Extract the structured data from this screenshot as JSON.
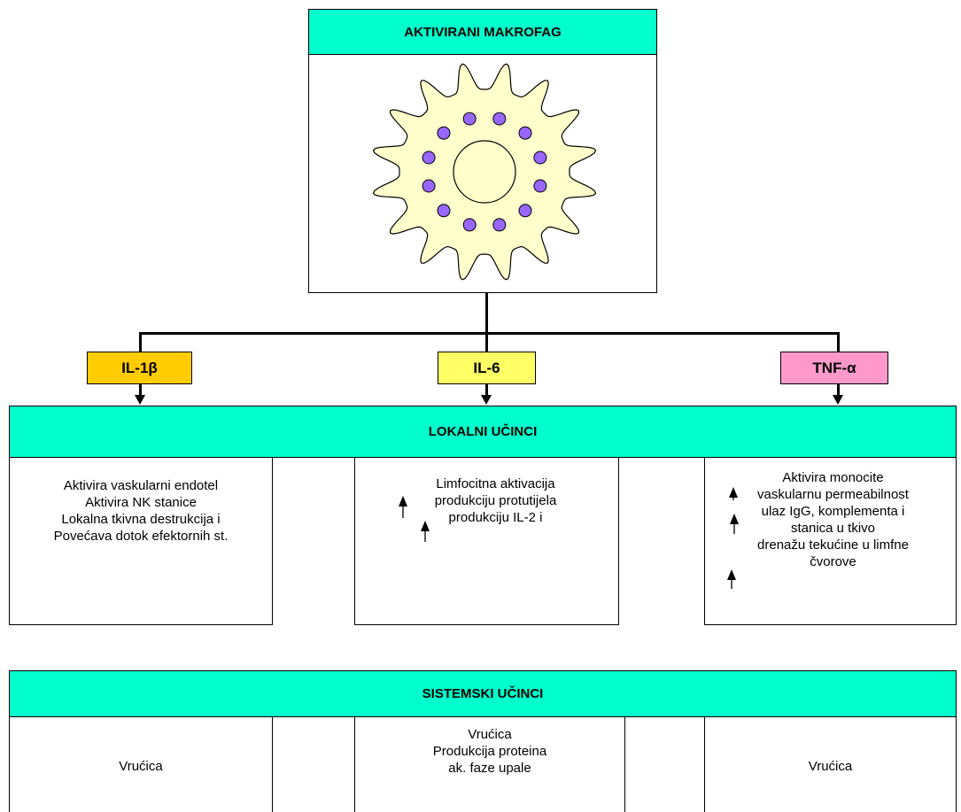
{
  "colors": {
    "header_teal": "#00ffcc",
    "il1_tag": "#ffcc00",
    "il6_tag": "#ffff66",
    "tnf_tag": "#ff99cc",
    "cell_body": "#ffffcc",
    "granule": "#9966ff"
  },
  "top": {
    "title": "AKTIVIRANI MAKROFAG",
    "image": "macrophage-cell-icon"
  },
  "cytokines": [
    "IL-1β",
    "IL-6",
    "TNF-α"
  ],
  "local": {
    "header": "LOKALNI UČINCI",
    "col1": [
      "Aktivira vaskularni endotel",
      "Aktivira NK stanice",
      "Lokalna tkivna destrukcija i",
      "Povećava dotok efektornih st."
    ],
    "col2": [
      "Limfocitna aktivacija",
      "produkciju protutijela",
      "produkciju IL-2 i"
    ],
    "col3": [
      "Aktivira monocite",
      "vaskularnu permeabilnost",
      "ulaz IgG, komplementa i",
      "stanica u tkivo",
      "drenažu tekućine u limfne",
      "čvorove"
    ]
  },
  "systemic": {
    "header": "SISTEMSKI UČINCI",
    "col1": "Vrućica",
    "col2": [
      "Vrućica",
      "Produkcija proteina",
      "ak. faze upale"
    ],
    "col3": "Vrućica"
  }
}
